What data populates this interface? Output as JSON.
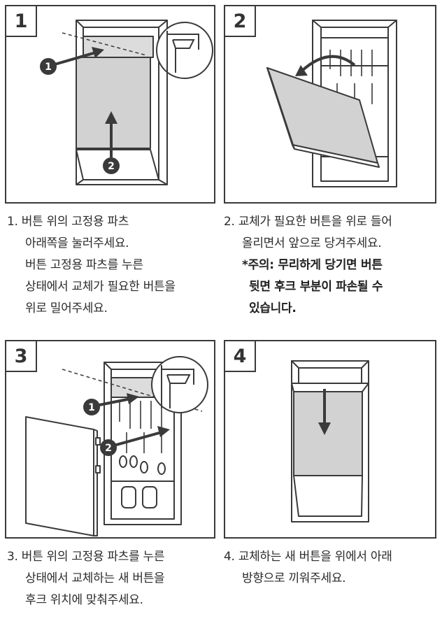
{
  "steps": [
    {
      "number": "1",
      "lines": [
        "1. 버튼 위의 고정용 파츠",
        "아래쪽을 눌러주세요.",
        "버튼 고정용 파츠를 누른",
        "상태에서 교체가 필요한 버튼을",
        "위로 밀어주세요."
      ],
      "markers": [
        "1",
        "2"
      ]
    },
    {
      "number": "2",
      "lines": [
        "2. 교체가 필요한 버튼을 위로 들어",
        "올리면서 앞으로 당겨주세요."
      ],
      "warning": [
        "*주의: 무리하게 당기면 버튼",
        "뒷면 후크 부분이 파손될 수",
        "있습니다."
      ]
    },
    {
      "number": "3",
      "lines": [
        "3. 버튼 위의 고정용 파츠를 누른",
        "상태에서 교체하는 새 버튼을",
        "후크 위치에 맞춰주세요."
      ],
      "markers": [
        "1",
        "2"
      ]
    },
    {
      "number": "4",
      "lines": [
        "4. 교체하는 새 버튼을 위에서 아래",
        "방향으로 끼워주세요."
      ]
    }
  ],
  "colors": {
    "stroke": "#3a3a3a",
    "button_fill": "#d2d2d2",
    "panel_fill": "#ffffff",
    "text": "#2b2b2b"
  }
}
